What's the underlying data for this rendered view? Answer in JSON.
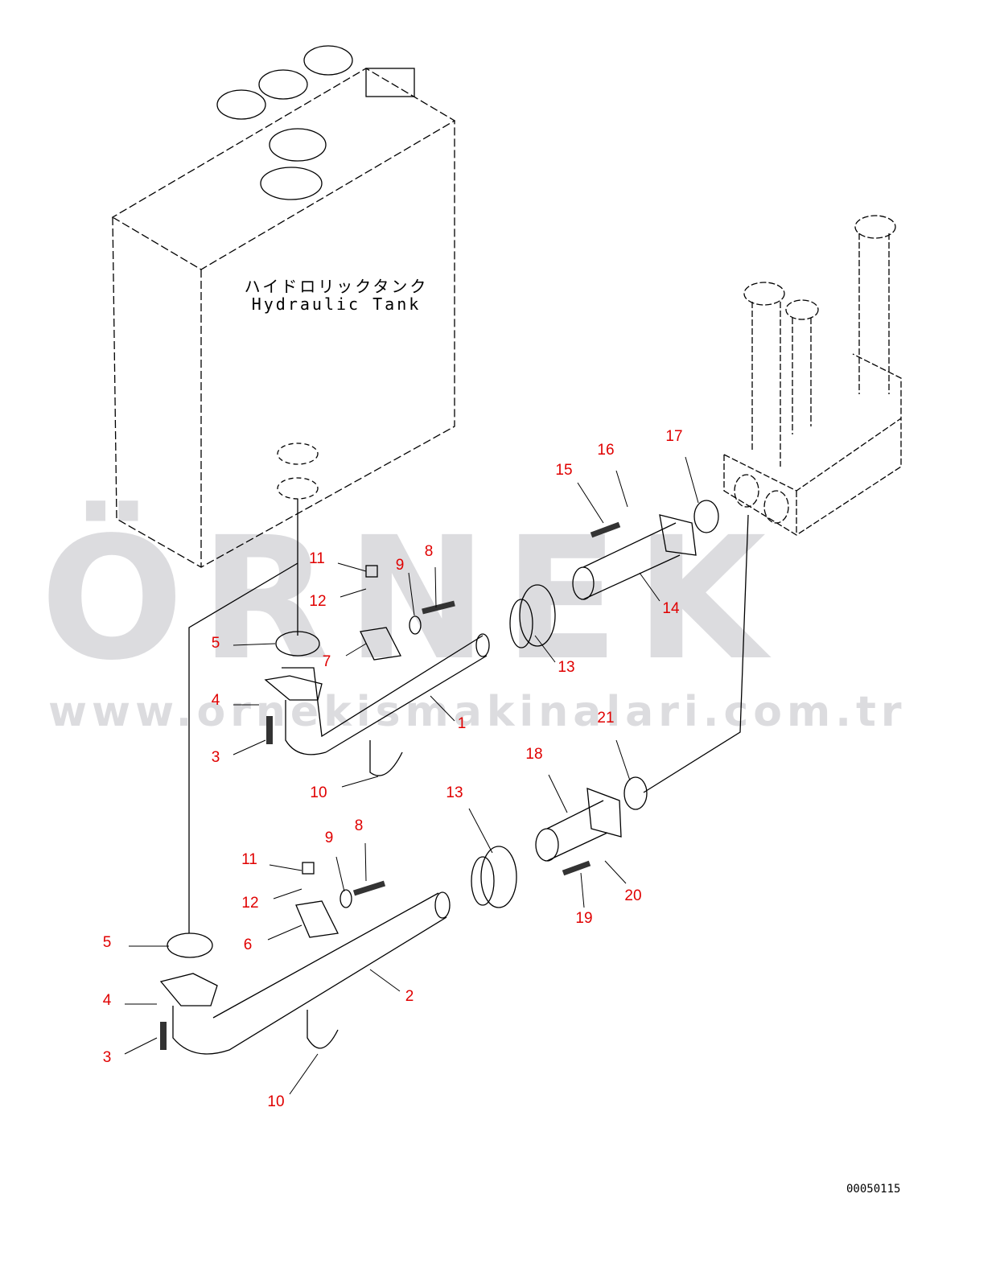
{
  "watermark": {
    "logo": "ÖRNEK",
    "url": "www.ornekismakinalari.com.tr",
    "color": "#dcdcdf"
  },
  "tank": {
    "label_jp": "ハイドロリックタンク",
    "label_en": "Hydraulic Tank"
  },
  "callout_color": "#e00000",
  "callouts": [
    "11",
    "12",
    "9",
    "8",
    "5",
    "7",
    "4",
    "3",
    "1",
    "10",
    "13",
    "14",
    "15",
    "16",
    "17",
    "21",
    "18",
    "13",
    "8",
    "9",
    "11",
    "12",
    "6",
    "5",
    "4",
    "3",
    "2",
    "10",
    "20",
    "19"
  ],
  "drawing_code": "00050115"
}
